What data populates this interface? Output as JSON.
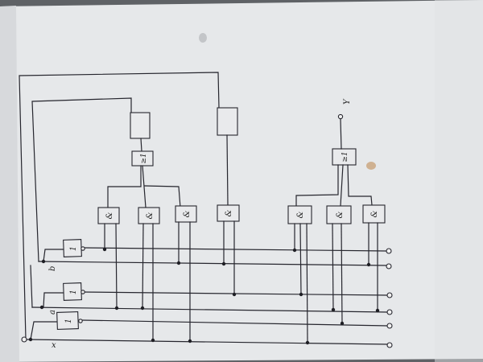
{
  "diagram": {
    "input_labels": {
      "x": "x",
      "a": "a",
      "b": "b"
    },
    "output_label": "Y",
    "or_symbol": "≥1",
    "and_symbol": "&",
    "not_symbol": "1",
    "colors": {
      "paper": "#ecedef",
      "ink": "#26262e",
      "background": "#6b6e72",
      "stain": "#c9a27a"
    }
  }
}
